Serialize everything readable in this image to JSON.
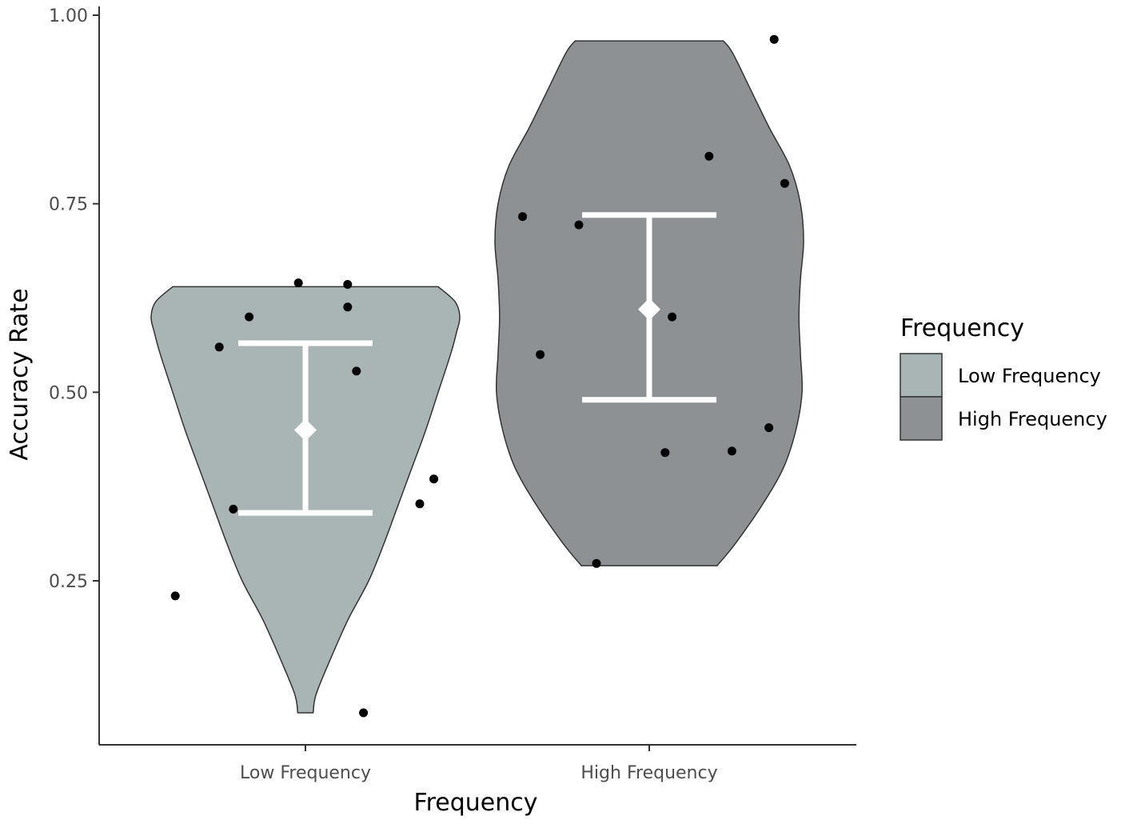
{
  "chart_data": {
    "type": "violin",
    "xlabel": "Frequency",
    "ylabel": "Accuracy Rate",
    "categories": [
      "Low Frequency",
      "High Frequency"
    ],
    "ylim": [
      0.035,
      1.01
    ],
    "yticks": [
      0.25,
      0.5,
      0.75,
      1.0
    ],
    "ytick_labels": [
      "0.25",
      "0.50",
      "0.75",
      "1.00"
    ],
    "grid": false,
    "legend": {
      "title": "Frequency",
      "position": "right",
      "entries": [
        "Low Frequency",
        "High Frequency"
      ]
    },
    "colors": {
      "low_fill": "#a9b4b4",
      "high_fill": "#8e9193",
      "outline": "#333333",
      "summary": "#ffffff",
      "points": "#000000"
    },
    "series": [
      {
        "name": "Low Frequency",
        "mean": 0.45,
        "ci": [
          0.34,
          0.565
        ],
        "density_profile": [
          [
            0.075,
            0.05
          ],
          [
            0.1,
            0.07
          ],
          [
            0.15,
            0.17
          ],
          [
            0.2,
            0.28
          ],
          [
            0.25,
            0.41
          ],
          [
            0.3,
            0.51
          ],
          [
            0.35,
            0.6
          ],
          [
            0.4,
            0.69
          ],
          [
            0.45,
            0.78
          ],
          [
            0.5,
            0.86
          ],
          [
            0.55,
            0.94
          ],
          [
            0.58,
            0.98
          ],
          [
            0.6,
            1.0
          ],
          [
            0.62,
            0.97
          ],
          [
            0.64,
            0.86
          ]
        ],
        "points": [
          [
            -0.37,
            0.23
          ],
          [
            -0.245,
            0.56
          ],
          [
            -0.16,
            0.6
          ],
          [
            -0.205,
            0.345
          ],
          [
            -0.02,
            0.645
          ],
          [
            0.12,
            0.643
          ],
          [
            0.12,
            0.613
          ],
          [
            0.145,
            0.528
          ],
          [
            0.365,
            0.385
          ],
          [
            0.325,
            0.352
          ],
          [
            0.165,
            0.075
          ]
        ]
      },
      {
        "name": "High Frequency",
        "mean": 0.61,
        "ci": [
          0.49,
          0.735
        ],
        "density_profile": [
          [
            0.27,
            0.44
          ],
          [
            0.3,
            0.56
          ],
          [
            0.35,
            0.73
          ],
          [
            0.4,
            0.87
          ],
          [
            0.45,
            0.95
          ],
          [
            0.5,
            0.99
          ],
          [
            0.55,
            0.98
          ],
          [
            0.6,
            0.97
          ],
          [
            0.65,
            0.98
          ],
          [
            0.7,
            1.0
          ],
          [
            0.75,
            0.98
          ],
          [
            0.8,
            0.91
          ],
          [
            0.85,
            0.78
          ],
          [
            0.9,
            0.66
          ],
          [
            0.95,
            0.54
          ],
          [
            0.966,
            0.48
          ]
        ],
        "points": [
          [
            0.355,
            0.968
          ],
          [
            0.17,
            0.813
          ],
          [
            0.385,
            0.777
          ],
          [
            -0.36,
            0.733
          ],
          [
            -0.2,
            0.722
          ],
          [
            0.065,
            0.6
          ],
          [
            -0.31,
            0.55
          ],
          [
            0.34,
            0.453
          ],
          [
            0.045,
            0.42
          ],
          [
            0.235,
            0.422
          ],
          [
            -0.15,
            0.273
          ]
        ]
      }
    ]
  }
}
